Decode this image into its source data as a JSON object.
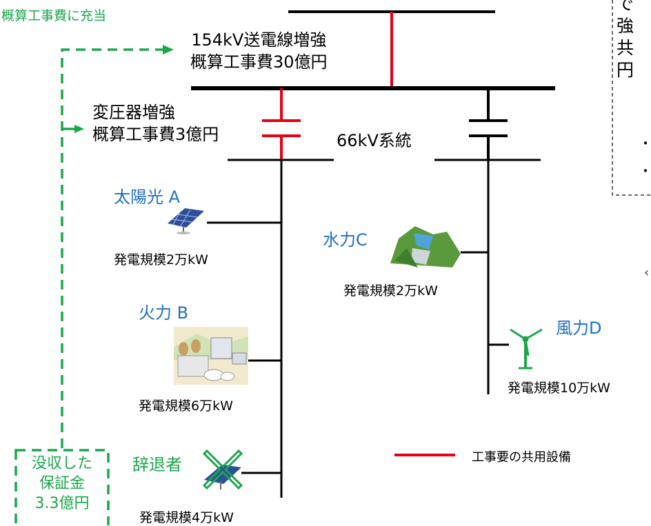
{
  "top_left_label": "概算工事費に充当",
  "line_upgrade": {
    "name": "154kV送電線増強",
    "cost": "概算工事費30億円"
  },
  "transformer_upgrade": {
    "name": "変圧器増強",
    "cost": "概算工事費3億円"
  },
  "system_label": "66kV系統",
  "generators": [
    {
      "name": "太陽光 A",
      "capacity": "発電規模2万kW",
      "icon": "solar-panel-icon"
    },
    {
      "name": "火力 B",
      "capacity": "発電規模6万kW",
      "icon": "thermal-plant-icon"
    },
    {
      "name": "水力C",
      "capacity": "発電規模2万kW",
      "icon": "hydro-dam-icon"
    },
    {
      "name": "風力D",
      "capacity": "発電規模10万kW",
      "icon": "wind-turbine-icon"
    },
    {
      "name": "辞退者",
      "capacity": "発電規模4万kW",
      "icon": "withdrawn-solar-icon"
    }
  ],
  "forfeited_deposit": {
    "line1": "没収した",
    "line2": "保証金",
    "amount": "3.3億円"
  },
  "legend": {
    "label": "工事要の共用設備",
    "color": "#e60012"
  },
  "note_fragment": {
    "line1": "で",
    "line2": "強",
    "line3": "共",
    "line4": "円",
    "bullet1": "・",
    "bullet2": "・"
  },
  "colors": {
    "green": "#1aa74a",
    "blue": "#1f6fc0",
    "red": "#e60012"
  }
}
